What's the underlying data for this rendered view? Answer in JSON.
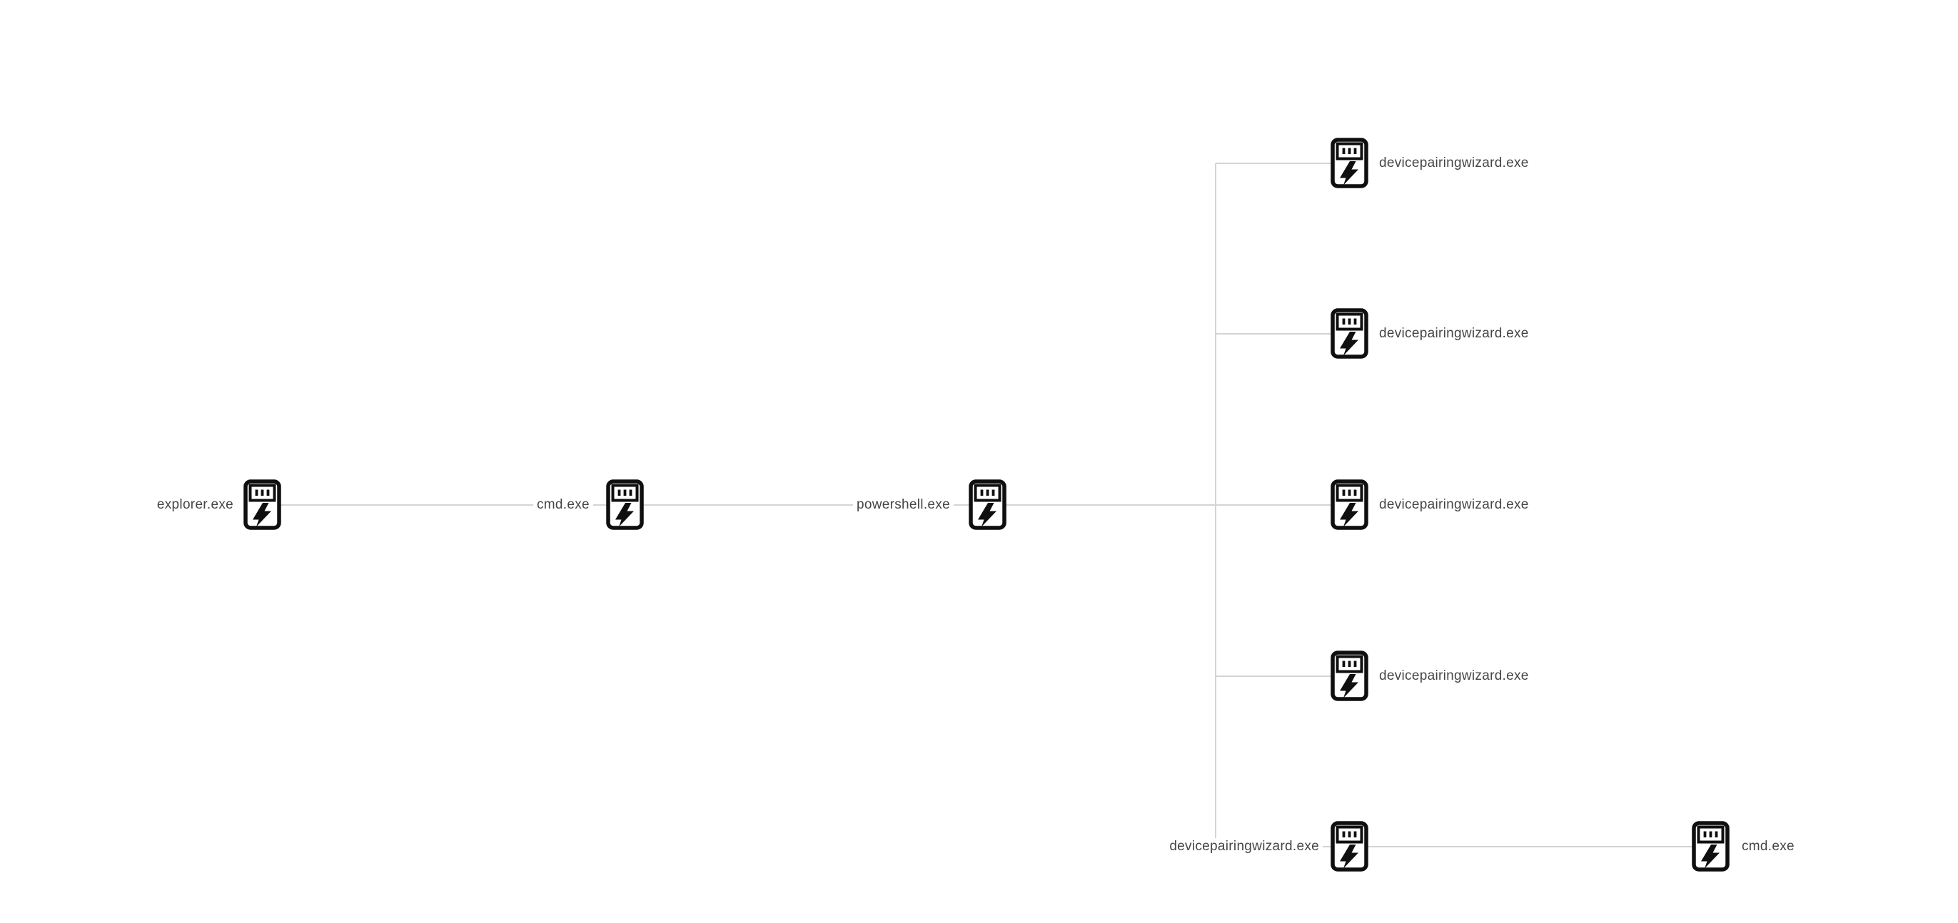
{
  "diagram": {
    "kind": "process-tree-graph",
    "background_color": "#ffffff",
    "edge_color": "#d4d4d4",
    "icon_stroke_color": "#0f0f0f",
    "label_color": "#454545",
    "nodes": [
      {
        "id": "explorer",
        "label": "explorer.exe",
        "icon": "process-lightning-icon"
      },
      {
        "id": "cmd-1",
        "label": "cmd.exe",
        "icon": "process-lightning-icon"
      },
      {
        "id": "powershell",
        "label": "powershell.exe",
        "icon": "process-lightning-icon"
      },
      {
        "id": "dpw-1",
        "label": "devicepairingwizard.exe",
        "icon": "process-lightning-icon"
      },
      {
        "id": "dpw-2",
        "label": "devicepairingwizard.exe",
        "icon": "process-lightning-icon"
      },
      {
        "id": "dpw-3",
        "label": "devicepairingwizard.exe",
        "icon": "process-lightning-icon"
      },
      {
        "id": "dpw-4",
        "label": "devicepairingwizard.exe",
        "icon": "process-lightning-icon"
      },
      {
        "id": "dpw-5",
        "label": "devicepairingwizard.exe",
        "icon": "process-lightning-icon"
      },
      {
        "id": "cmd-2",
        "label": "cmd.exe",
        "icon": "process-lightning-icon"
      }
    ],
    "edges": [
      {
        "from": "explorer",
        "to": "cmd-1"
      },
      {
        "from": "cmd-1",
        "to": "powershell"
      },
      {
        "from": "powershell",
        "to": "dpw-1"
      },
      {
        "from": "powershell",
        "to": "dpw-2"
      },
      {
        "from": "powershell",
        "to": "dpw-3"
      },
      {
        "from": "powershell",
        "to": "dpw-4"
      },
      {
        "from": "powershell",
        "to": "dpw-5"
      },
      {
        "from": "dpw-5",
        "to": "cmd-2"
      }
    ]
  }
}
